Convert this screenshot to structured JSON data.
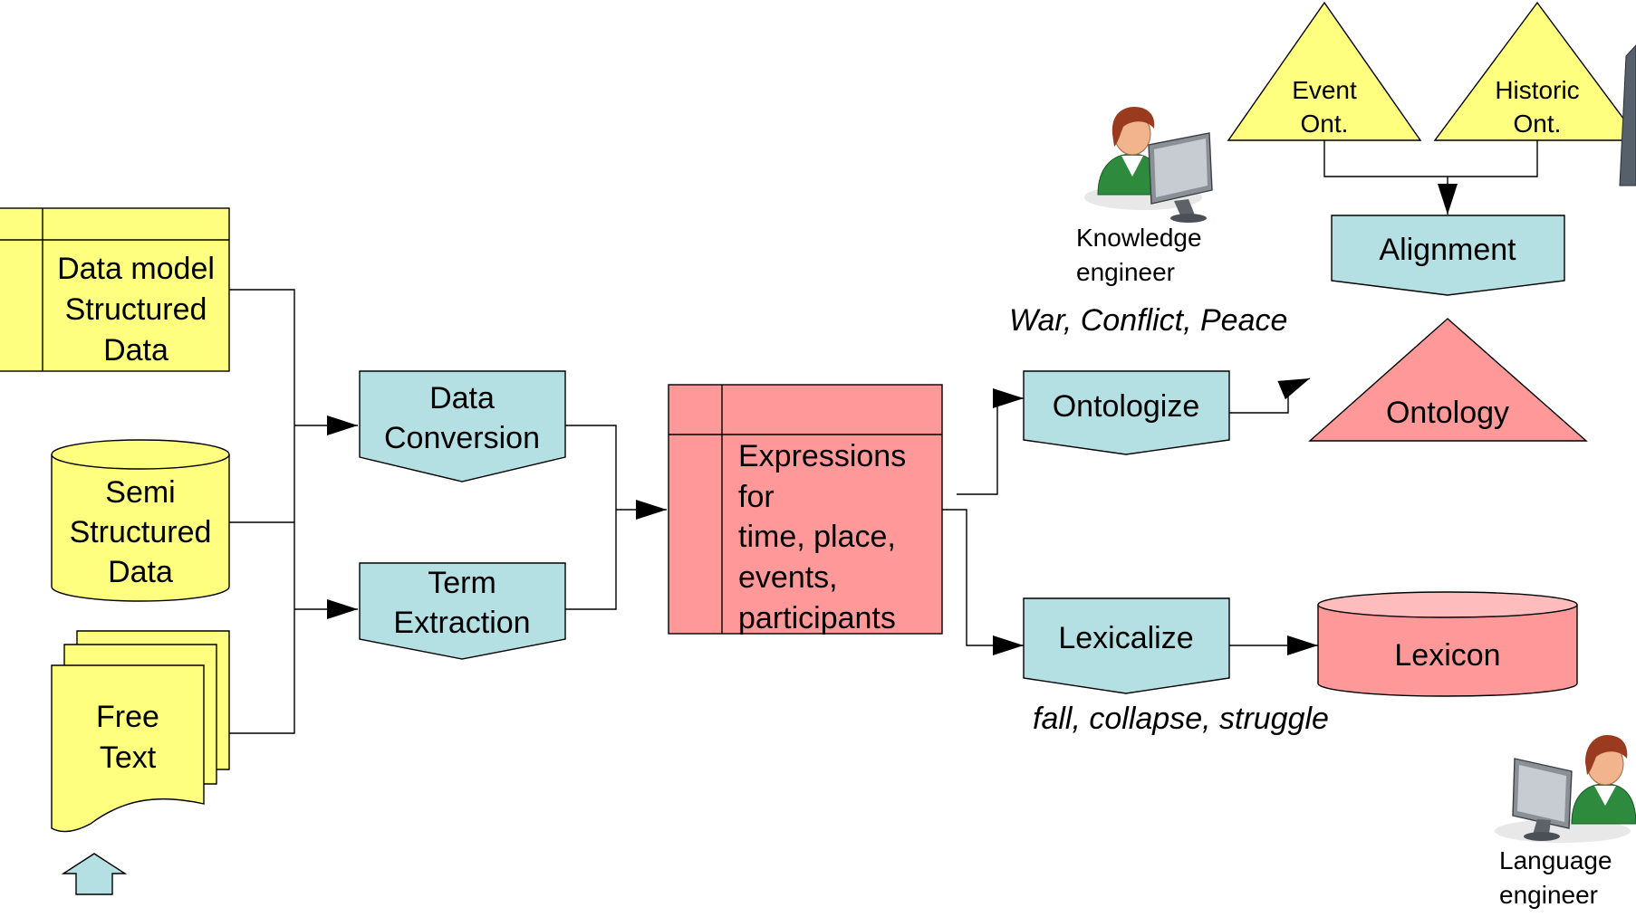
{
  "sources": {
    "data_model": [
      "Data model",
      "Structured",
      "Data"
    ],
    "semi_structured": [
      "Semi",
      "Structured",
      "Data"
    ],
    "free_text": [
      "Free",
      "Text"
    ]
  },
  "processes": {
    "data_conversion": [
      "Data",
      "Conversion"
    ],
    "term_extraction": [
      "Term",
      "Extraction"
    ],
    "ontologize": "Ontologize",
    "lexicalize": "Lexicalize",
    "alignment": "Alignment"
  },
  "expressions": [
    "Expressions",
    "for",
    "time, place,",
    "events,",
    "participants"
  ],
  "outputs": {
    "ontology": "Ontology",
    "lexicon": "Lexicon"
  },
  "ontologies": {
    "event": [
      "Event",
      "Ont."
    ],
    "historic": [
      "Historic",
      "Ont."
    ]
  },
  "actors": {
    "knowledge_engineer": [
      "Knowledge",
      "engineer"
    ],
    "language_engineer": [
      "Language",
      "engineer"
    ]
  },
  "examples": {
    "ontology_terms": "War, Conflict, Peace",
    "lexical_terms": "fall, collapse, struggle"
  },
  "colors": {
    "source_yellow": "#ffff7f",
    "process_teal": "#b4dfe3",
    "output_pink": "#ff9999"
  }
}
